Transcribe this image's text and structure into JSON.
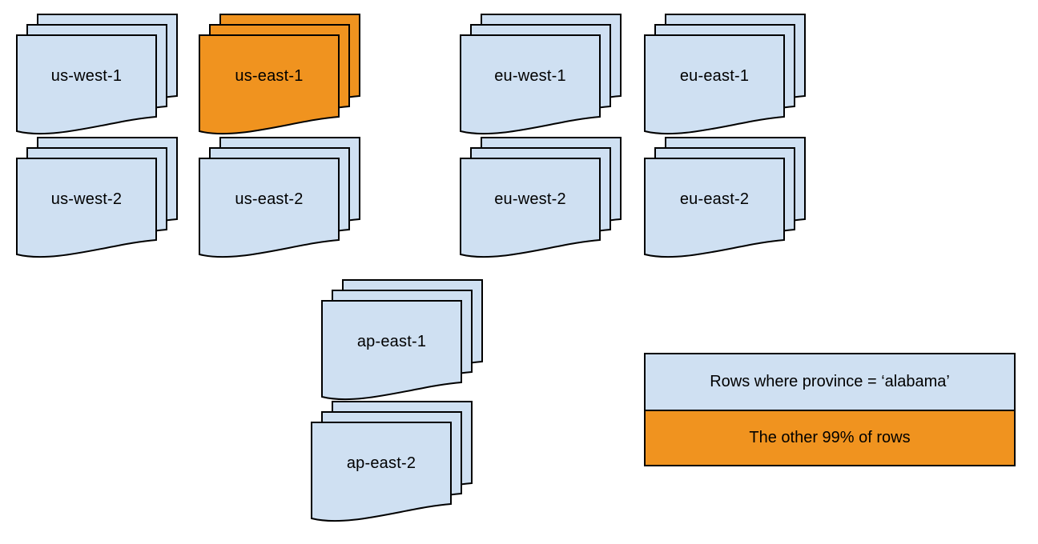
{
  "colors": {
    "region_fill": "#cfe0f2",
    "highlight_fill": "#f0931f",
    "stroke": "#000000",
    "background": "#ffffff"
  },
  "stacks": [
    {
      "id": "us-west-1",
      "label": "us-west-1",
      "highlighted": false
    },
    {
      "id": "us-east-1",
      "label": "us-east-1",
      "highlighted": true
    },
    {
      "id": "eu-west-1",
      "label": "eu-west-1",
      "highlighted": false
    },
    {
      "id": "eu-east-1",
      "label": "eu-east-1",
      "highlighted": false
    },
    {
      "id": "us-west-2",
      "label": "us-west-2",
      "highlighted": false
    },
    {
      "id": "us-east-2",
      "label": "us-east-2",
      "highlighted": false
    },
    {
      "id": "eu-west-2",
      "label": "eu-west-2",
      "highlighted": false
    },
    {
      "id": "eu-east-2",
      "label": "eu-east-2",
      "highlighted": false
    },
    {
      "id": "ap-east-1",
      "label": "ap-east-1",
      "highlighted": false
    },
    {
      "id": "ap-east-2",
      "label": "ap-east-2",
      "highlighted": false
    }
  ],
  "legend": {
    "items": [
      {
        "label": "Rows where province = ‘alabama’",
        "style": "region"
      },
      {
        "label": "The other 99% of rows",
        "style": "highlight"
      }
    ]
  }
}
